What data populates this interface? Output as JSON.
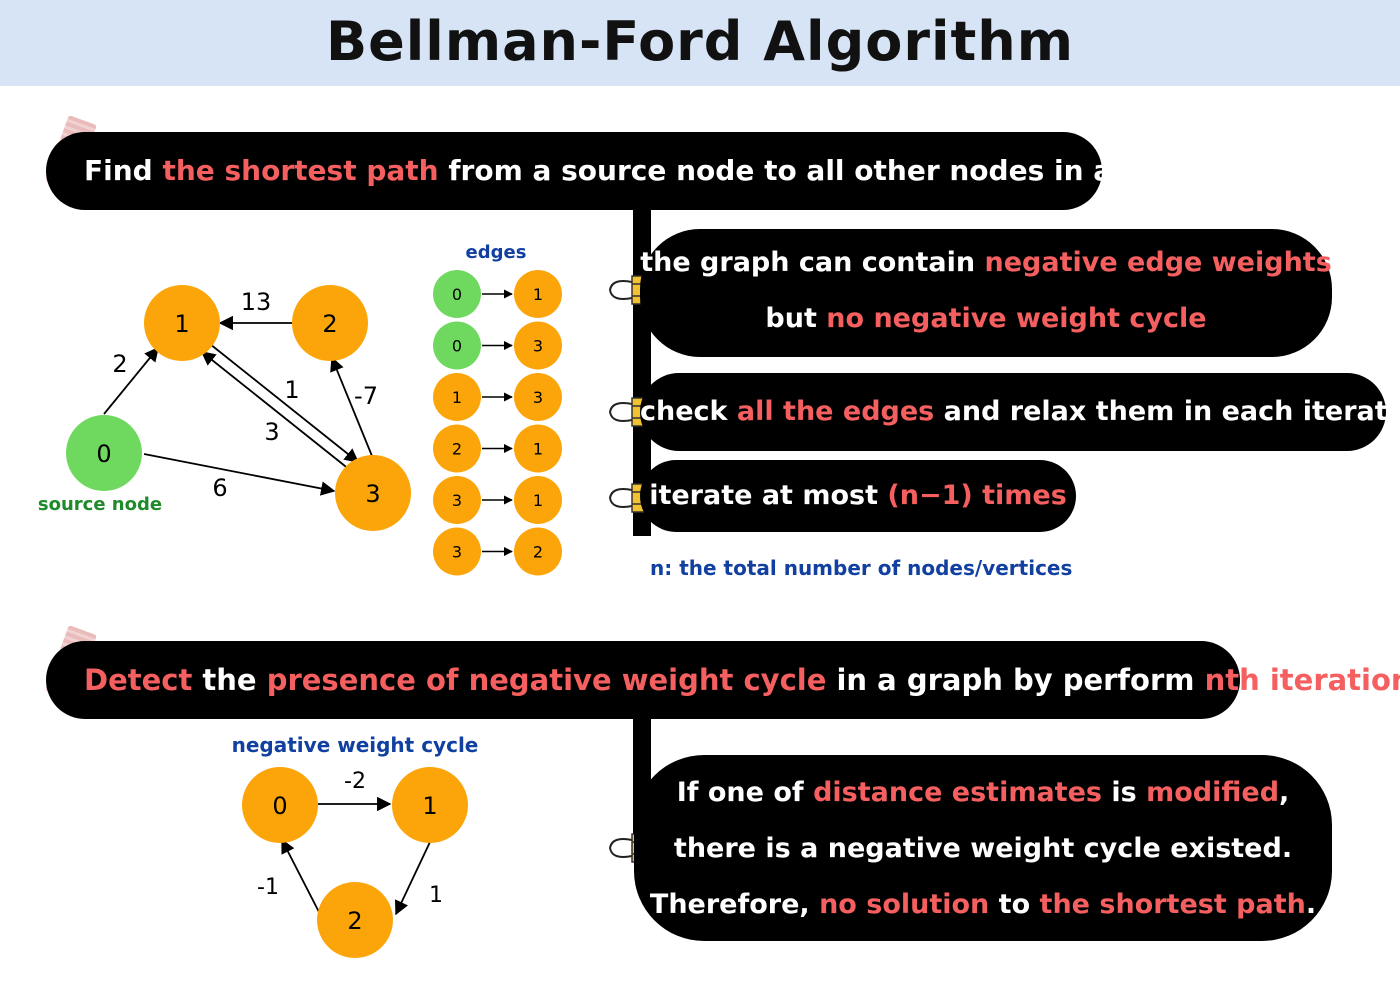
{
  "title": "Bellman-Ford Algorithm",
  "section1": {
    "parts": [
      {
        "text": "Find ",
        "hl": false
      },
      {
        "text": "the shortest path",
        "hl": true
      },
      {
        "text": " from a source node to all other nodes in a graph",
        "hl": false
      }
    ]
  },
  "graph1": {
    "source_label": "source node",
    "nodes": [
      {
        "id": "0",
        "color": "#6fd95f"
      },
      {
        "id": "1",
        "color": "#fca50a"
      },
      {
        "id": "2",
        "color": "#fca50a"
      },
      {
        "id": "3",
        "color": "#fca50a"
      }
    ],
    "edges": [
      {
        "from": "0",
        "to": "1",
        "weight": "2"
      },
      {
        "from": "2",
        "to": "1",
        "weight": "13"
      },
      {
        "from": "1",
        "to": "3",
        "weight": "1"
      },
      {
        "from": "3",
        "to": "1",
        "weight": "3"
      },
      {
        "from": "3",
        "to": "2",
        "weight": "-7"
      },
      {
        "from": "0",
        "to": "3",
        "weight": "6"
      }
    ]
  },
  "edge_list": {
    "title": "edges",
    "pairs": [
      [
        "0",
        "1"
      ],
      [
        "0",
        "3"
      ],
      [
        "1",
        "3"
      ],
      [
        "2",
        "1"
      ],
      [
        "3",
        "1"
      ],
      [
        "3",
        "2"
      ]
    ]
  },
  "cards": {
    "c1_line1": [
      {
        "text": "the graph can contain ",
        "hl": false
      },
      {
        "text": "negative edge weights",
        "hl": true
      }
    ],
    "c1_line2": [
      {
        "text": "but ",
        "hl": false
      },
      {
        "text": "no negative weight cycle",
        "hl": true
      }
    ],
    "c2": [
      {
        "text": "check ",
        "hl": false
      },
      {
        "text": "all the edges",
        "hl": true
      },
      {
        "text": " and relax them in each iteration",
        "hl": false
      }
    ],
    "c3": [
      {
        "text": "iterate at most ",
        "hl": false
      },
      {
        "text": "(n−1) times",
        "hl": true
      }
    ],
    "note": "n: the total number of nodes/vertices"
  },
  "section2": {
    "parts": [
      {
        "text": "Detect",
        "hl": true
      },
      {
        "text": " the ",
        "hl": false
      },
      {
        "text": "presence of negative weight cycle",
        "hl": true
      },
      {
        "text": " in a graph by perform ",
        "hl": false
      },
      {
        "text": "nth iteration",
        "hl": true
      }
    ]
  },
  "graph2": {
    "title": "negative weight cycle",
    "nodes": [
      "0",
      "1",
      "2"
    ],
    "edges": [
      {
        "from": "0",
        "to": "1",
        "weight": "-2"
      },
      {
        "from": "1",
        "to": "2",
        "weight": "1"
      },
      {
        "from": "2",
        "to": "0",
        "weight": "-1"
      }
    ]
  },
  "card4": {
    "line1": [
      {
        "text": "If one of ",
        "hl": false
      },
      {
        "text": "distance estimates",
        "hl": true
      },
      {
        "text": " is ",
        "hl": false
      },
      {
        "text": "modified",
        "hl": true
      },
      {
        "text": ",",
        "hl": false
      }
    ],
    "line2": [
      {
        "text": "there is a negative weight cycle existed.",
        "hl": false
      }
    ],
    "line3": [
      {
        "text": "Therefore, ",
        "hl": false
      },
      {
        "text": "no solution",
        "hl": true
      },
      {
        "text": " to ",
        "hl": false
      },
      {
        "text": "the shortest path",
        "hl": true
      },
      {
        "text": ".",
        "hl": false
      }
    ]
  },
  "colors": {
    "highlight": "#f55f5f",
    "orange_node": "#fca50a",
    "green_node": "#6fd95f",
    "header_bg": "#d6e4f6",
    "note_blue": "#1240a0",
    "source_green": "#1f8a2a"
  }
}
